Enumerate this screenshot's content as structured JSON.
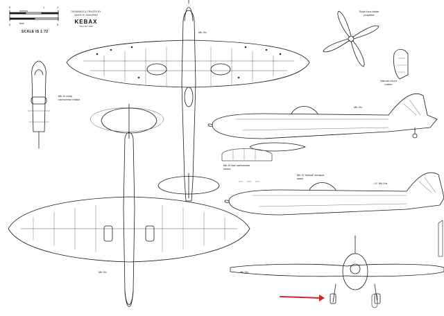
{
  "scale": {
    "unit_metres": "metres",
    "unit_feet": "feet",
    "metre_ticks": [
      "0",
      "1",
      "2"
    ],
    "feet_ticks": [
      "0",
      "5"
    ],
    "scale_text": "SCALE IS 1:72"
  },
  "credit": {
    "line1": "DRAWINGS & TRACED BY",
    "line2": "JACEK R. SKINGREZ",
    "logo": "KEBAX",
    "sub": "TRACED 1999"
  },
  "labels": {
    "top_view": "Mk IXc",
    "early_intake": "Mk IX early carburettor intake",
    "side_view_1": "Mk IXc",
    "late_intake": "Mk IX late carburettor intake",
    "side_view_2": "LF Mk IXe",
    "fishtail_exhaust": "Mk IX 'fishtail' exhaust stack",
    "propeller": "Rotol four-blade propeller",
    "rudder": "Narrow chord rudder",
    "underside_view": "Mk IXc",
    "front_view": "Mk IXc"
  },
  "annotation": {
    "arrow_color": "#d0262a"
  },
  "colors": {
    "line": "#1a1a1a",
    "light_line": "#555555",
    "background": "#ffffff"
  }
}
